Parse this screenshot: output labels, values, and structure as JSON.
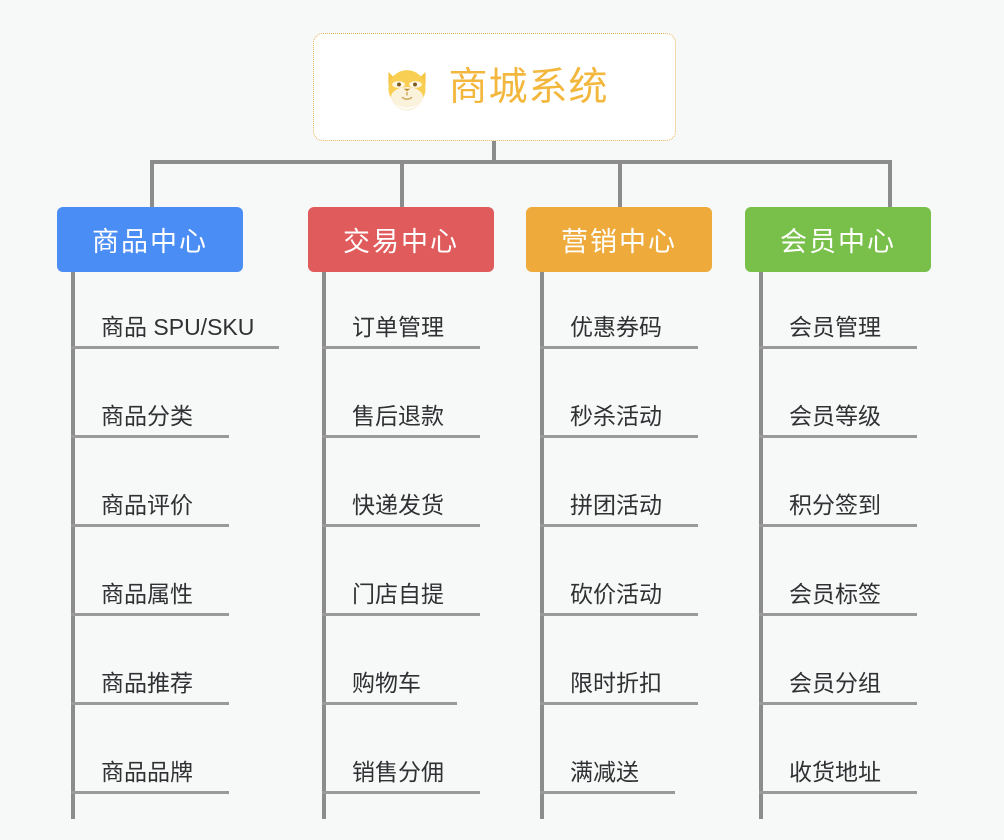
{
  "diagram": {
    "type": "org-chart",
    "background_color": "#f7f8f8",
    "connector_color": "#8c8c8c",
    "root": {
      "title": "商城系统",
      "icon": "shiba-dog-icon",
      "text_color": "#f2b73c",
      "border_color": "#e8b356",
      "background_color": "#ffffff"
    },
    "branches": [
      {
        "label": "商品中心",
        "color": "#4a8df4",
        "items": [
          "商品 SPU/SKU",
          "商品分类",
          "商品评价",
          "商品属性",
          "商品推荐",
          "商品品牌"
        ]
      },
      {
        "label": "交易中心",
        "color": "#e05c5c",
        "items": [
          "订单管理",
          "售后退款",
          "快递发货",
          "门店自提",
          "购物车",
          "销售分佣"
        ]
      },
      {
        "label": "营销中心",
        "color": "#eeab3c",
        "items": [
          "优惠券码",
          "秒杀活动",
          "拼团活动",
          "砍价活动",
          "限时折扣",
          "满减送"
        ]
      },
      {
        "label": "会员中心",
        "color": "#79c04b",
        "items": [
          "会员管理",
          "会员等级",
          "积分签到",
          "会员标签",
          "会员分组",
          "收货地址"
        ]
      }
    ]
  }
}
